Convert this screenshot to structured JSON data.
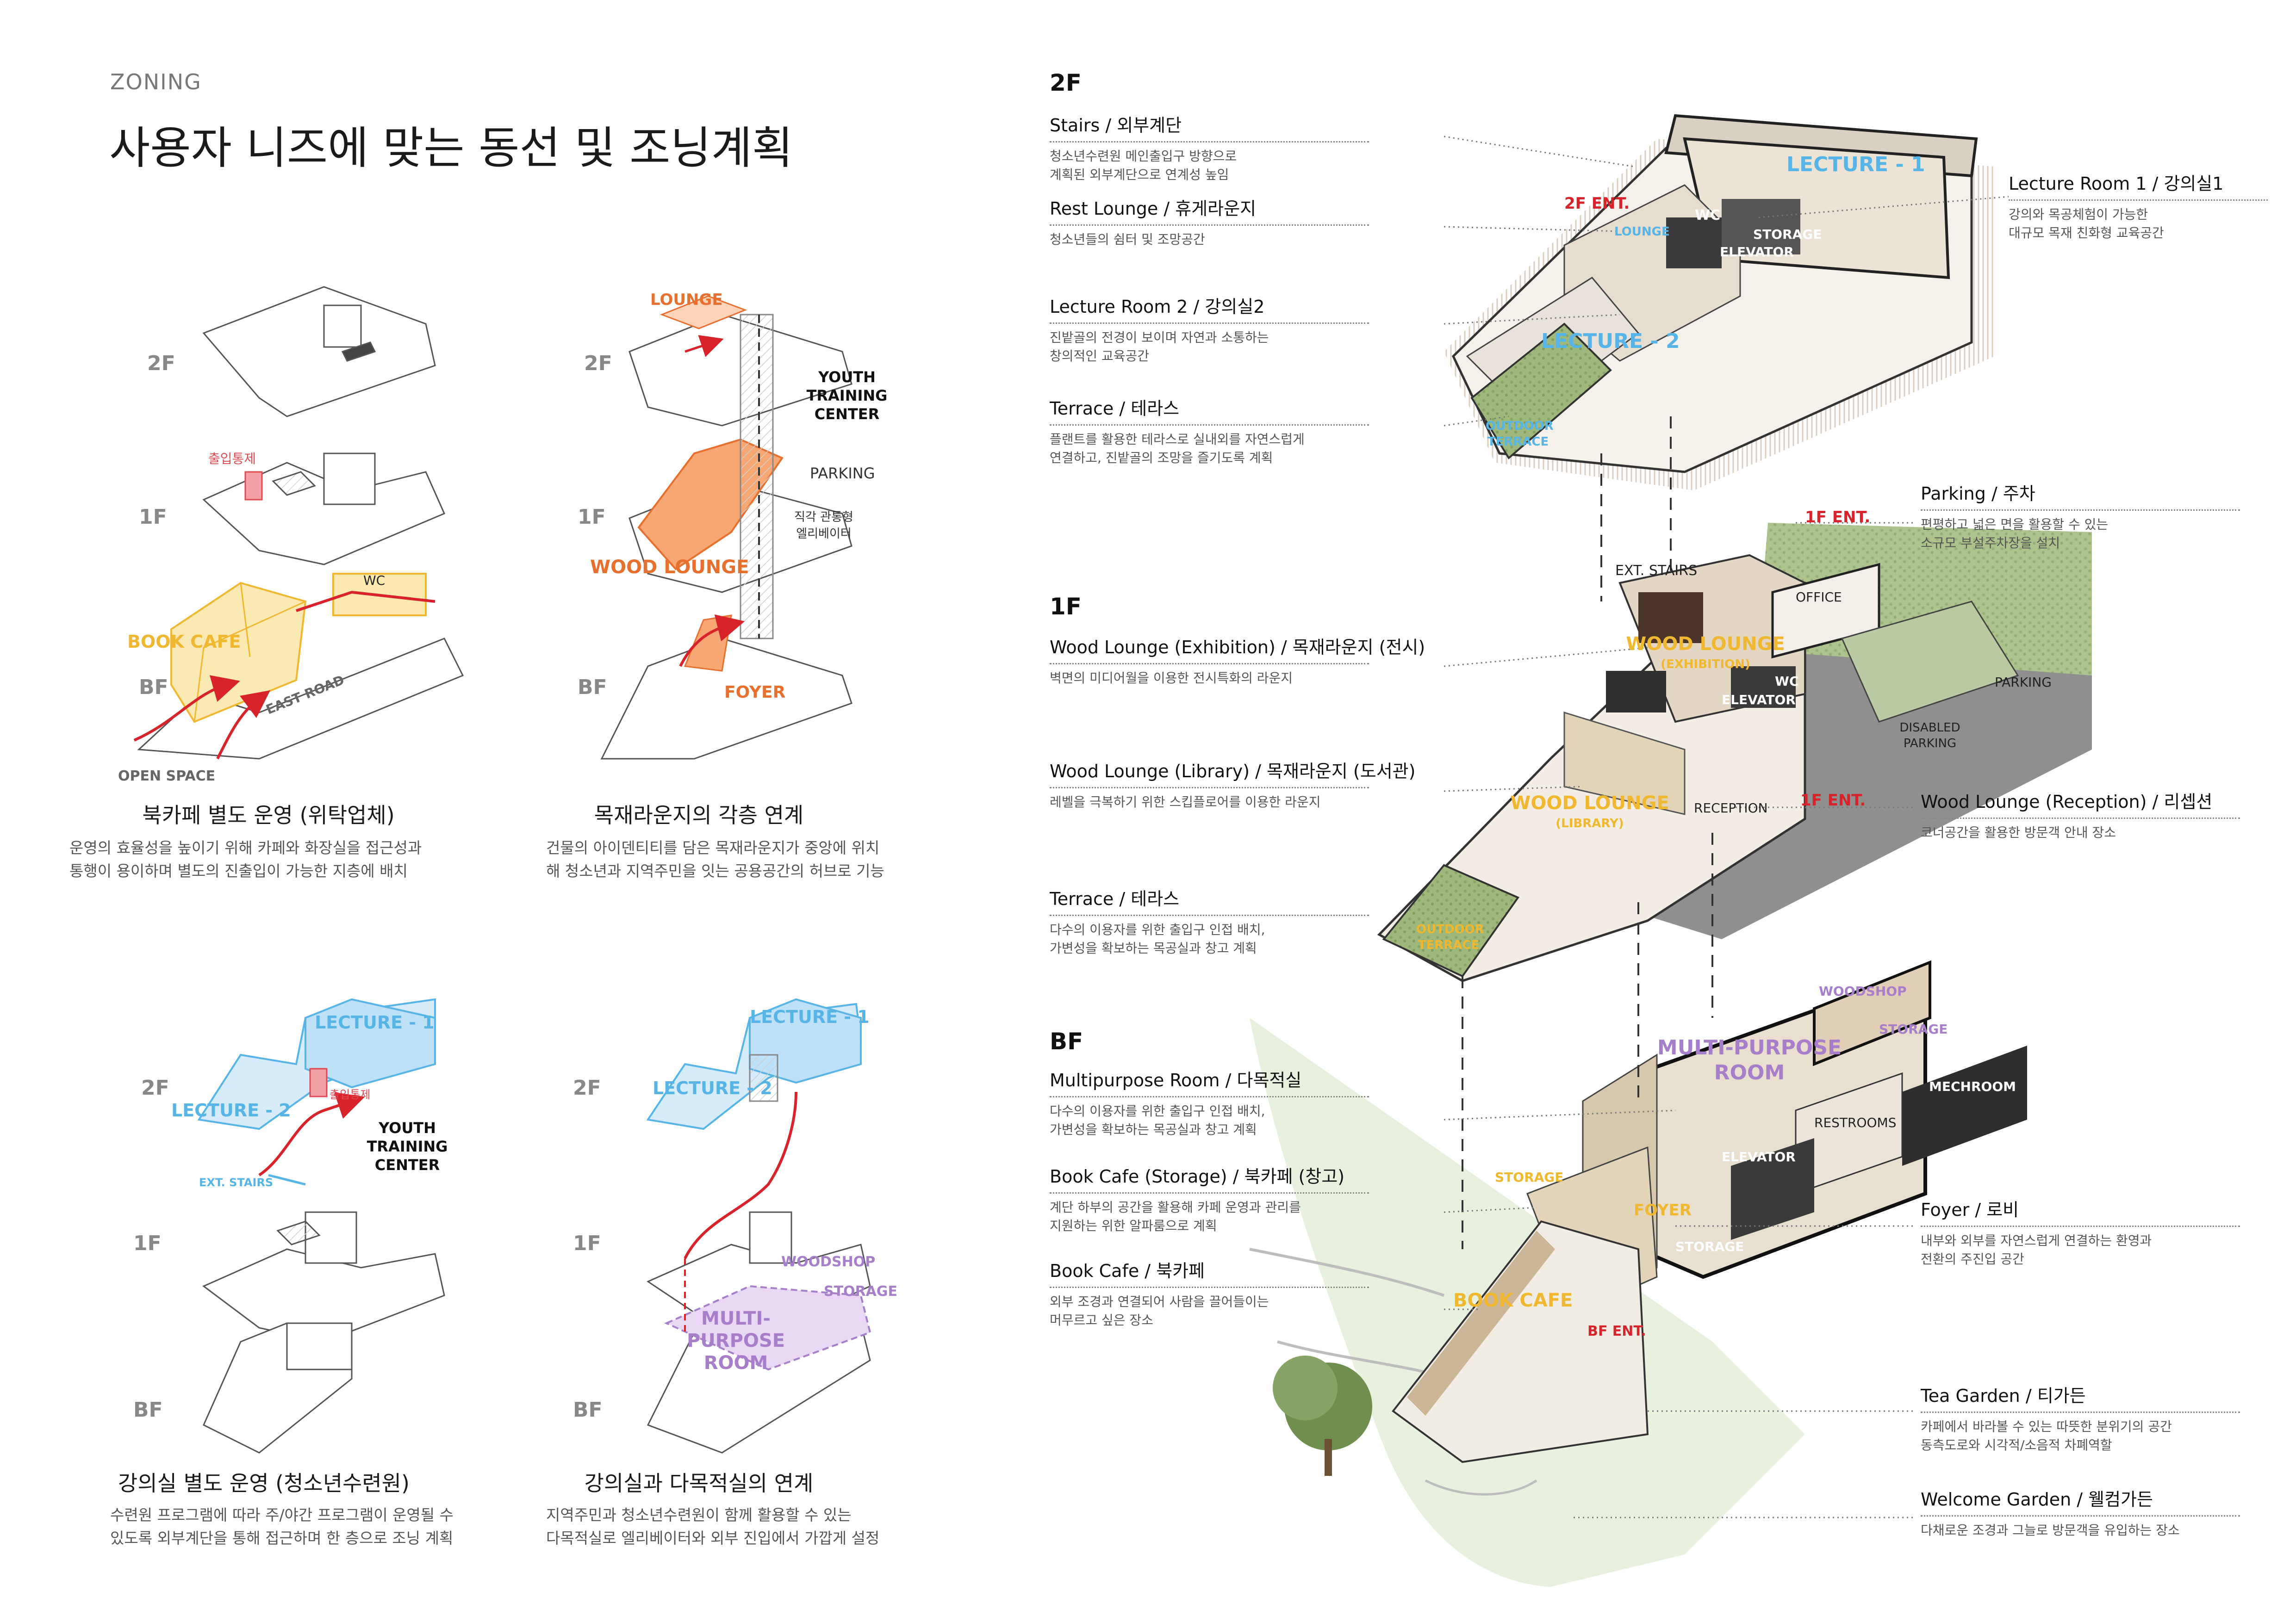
{
  "header": {
    "kicker": "ZONING",
    "title": "사용자 니즈에 맞는 동선 및 조닝계획"
  },
  "colors": {
    "orange": "#e8702e",
    "gold": "#f0b730",
    "blue": "#56b5e6",
    "purple": "#a77ec9",
    "red": "#d8232a",
    "grey": "#7a7a7a"
  },
  "diagrams": [
    {
      "floors": [
        "2F",
        "1F",
        "BF"
      ],
      "labels": {
        "book_cafe": "BOOK CAFE",
        "wc": "WC",
        "entry_control": "출입통제",
        "east_road": "EAST ROAD",
        "open_space": "OPEN SPACE"
      },
      "caption_title": "북카페 별도 운영 (위탁업체)",
      "caption_body": [
        "운영의 효율성을 높이기 위해 카페와 화장실을 접근성과",
        "통행이 용이하며 별도의 진출입이 가능한 지층에 배치"
      ]
    },
    {
      "floors": [
        "2F",
        "1F",
        "BF"
      ],
      "labels": {
        "lounge": "LOUNGE",
        "youth": [
          "YOUTH",
          "TRAINING",
          "CENTER"
        ],
        "parking": "PARKING",
        "elevator_note": [
          "직각 관통형",
          "엘리베이터"
        ],
        "wood_lounge": "WOOD LOUNGE",
        "foyer": "FOYER"
      },
      "caption_title": "목재라운지의 각층 연계",
      "caption_body": [
        "건물의 아이덴티티를 담은 목재라운지가 중앙에 위치",
        "해 청소년과 지역주민을 잇는 공용공간의 허브로 기능"
      ]
    },
    {
      "floors": [
        "2F",
        "1F",
        "BF"
      ],
      "labels": {
        "lecture1": "LECTURE - 1",
        "lecture2": "LECTURE - 2",
        "entry_control": "출입통제",
        "youth": [
          "YOUTH",
          "TRAINING",
          "CENTER"
        ],
        "ext_stairs": "EXT. STAIRS"
      },
      "caption_title": "강의실 별도 운영 (청소년수련원)",
      "caption_body": [
        "수련원 프로그램에 따라 주/야간 프로그램이 운영될 수",
        "있도록 외부계단을 통해 접근하며 한 층으로 조닝 계획"
      ]
    },
    {
      "floors": [
        "2F",
        "1F",
        "BF"
      ],
      "labels": {
        "lecture1": "LECTURE - 1",
        "lecture2": "LECTURE - 2",
        "woodshop": "WOODSHOP",
        "storage": "STORAGE",
        "multipurpose": [
          "MULTI-PURPOSE",
          "ROOM"
        ]
      },
      "caption_title": "강의실과 다목적실의 연계",
      "caption_body": [
        "지역주민과 청소년수련원이 함께 활용할 수 있는",
        "다목적실로 엘리베이터와 외부 진입에서 가깝게 설정"
      ]
    }
  ],
  "axon": {
    "floor_2f": {
      "heading": "2F",
      "annotations": [
        {
          "title": "Stairs / 외부계단",
          "desc": [
            "청소년수련원 메인출입구 방향으로",
            "계획된 외부계단으로 연계성 높임"
          ]
        },
        {
          "title": "Rest Lounge / 휴게라운지",
          "desc": [
            "청소년들의 쉼터 및 조망공간"
          ]
        },
        {
          "title": "Lecture Room 2 / 강의실2",
          "desc": [
            "진밭골의 전경이 보이며 자연과 소통하는",
            "창의적인 교육공간"
          ]
        },
        {
          "title": "Terrace / 테라스",
          "desc": [
            "플랜트를 활용한 테라스로 실내외를 자연스럽게",
            "연결하고, 진밭골의 조망을 즐기도록 계획"
          ]
        }
      ],
      "right_annotations": [
        {
          "title": "Lecture Room 1 / 강의실1",
          "desc": [
            "강의와 목공체험이 가능한",
            "대규모 목재 친화형 교육공간"
          ]
        }
      ],
      "labels": {
        "entry": "2F ENT.",
        "lecture1": "LECTURE - 1",
        "lecture2": "LECTURE - 2",
        "lounge": "LOUNGE",
        "wc": "WC",
        "storage": "STORAGE",
        "elevator": "ELEVATOR",
        "terrace": [
          "OUTDOOR",
          "TERRACE"
        ]
      }
    },
    "floor_1f": {
      "heading": "1F",
      "annotations": [
        {
          "title": "Wood Lounge (Exhibition) / 목재라운지 (전시)",
          "desc": [
            "벽면의 미디어월을 이용한 전시특화의 라운지"
          ]
        },
        {
          "title": "Wood Lounge (Library) / 목재라운지 (도서관)",
          "desc": [
            "레벨을 극복하기 위한 스킵플로어를 이용한 라운지"
          ]
        },
        {
          "title": "Terrace / 테라스",
          "desc": [
            "다수의 이용자를 위한 출입구 인접 배치,",
            "가변성을 확보하는 목공실과 창고 계획"
          ]
        }
      ],
      "right_annotations": [
        {
          "title": "Parking / 주차",
          "desc": [
            "편평하고 넓은 면을 활용할 수 있는",
            "소규모 부설주차장을 설치"
          ]
        },
        {
          "title": "Wood Lounge (Reception) / 리셉션",
          "desc": [
            "코너공간을 활용한 방문객 안내 장소"
          ]
        }
      ],
      "labels": {
        "entry_top": "1F ENT.",
        "entry_bottom": "1F ENT.",
        "ext_stairs": "EXT. STAIRS",
        "office": "OFFICE",
        "wood_lounge_ex": [
          "WOOD LOUNGE",
          "(EXHIBITION)"
        ],
        "wc": "WC",
        "elevator": "ELEVATOR",
        "parking": "PARKING",
        "disabled": [
          "DISABLED",
          "PARKING"
        ],
        "reception": "RECEPTION",
        "wood_lounge_lib": [
          "WOOD LOUNGE",
          "(LIBRARY)"
        ],
        "terrace": [
          "OUTDOOR",
          "TERRACE"
        ]
      }
    },
    "floor_bf": {
      "heading": "BF",
      "annotations": [
        {
          "title": "Multipurpose Room / 다목적실",
          "desc": [
            "다수의 이용자를 위한 출입구 인접 배치,",
            "가변성을 확보하는 목공실과 창고 계획"
          ]
        },
        {
          "title": "Book Cafe (Storage) / 북카페 (창고)",
          "desc": [
            "계단 하부의 공간을 활용해 카페 운영과 관리를",
            "지원하는 위한 알파룸으로 계획"
          ]
        },
        {
          "title": "Book Cafe / 북카페",
          "desc": [
            "외부 조경과 연결되어 사람을 끌어들이는",
            "머무르고 싶은 장소"
          ]
        }
      ],
      "right_annotations": [
        {
          "title": "Foyer / 로비",
          "desc": [
            "내부와 외부를 자연스럽게 연결하는 환영과",
            "전환의 주진입 공간"
          ]
        },
        {
          "title": "Tea Garden / 티가든",
          "desc": [
            "카페에서 바라볼 수 있는 따뜻한 분위기의 공간",
            "동측도로와 시각적/소음적 차폐역할"
          ]
        },
        {
          "title": "Welcome Garden / 웰컴가든",
          "desc": [
            "다채로운 조경과 그늘로 방문객을 유입하는 장소"
          ]
        }
      ],
      "labels": {
        "woodshop": "WOODSHOP",
        "storage": "STORAGE",
        "multipurpose": [
          "MULTI-PURPOSE",
          "ROOM"
        ],
        "mechroom": "MECHROOM",
        "restrooms": "RESTROOMS",
        "elevator": "ELEVATOR",
        "storage2": "STORAGE",
        "foyer": "FOYER",
        "storage3": "STORAGE",
        "book_cafe": "BOOK CAFE",
        "entry": "BF ENT."
      }
    }
  }
}
